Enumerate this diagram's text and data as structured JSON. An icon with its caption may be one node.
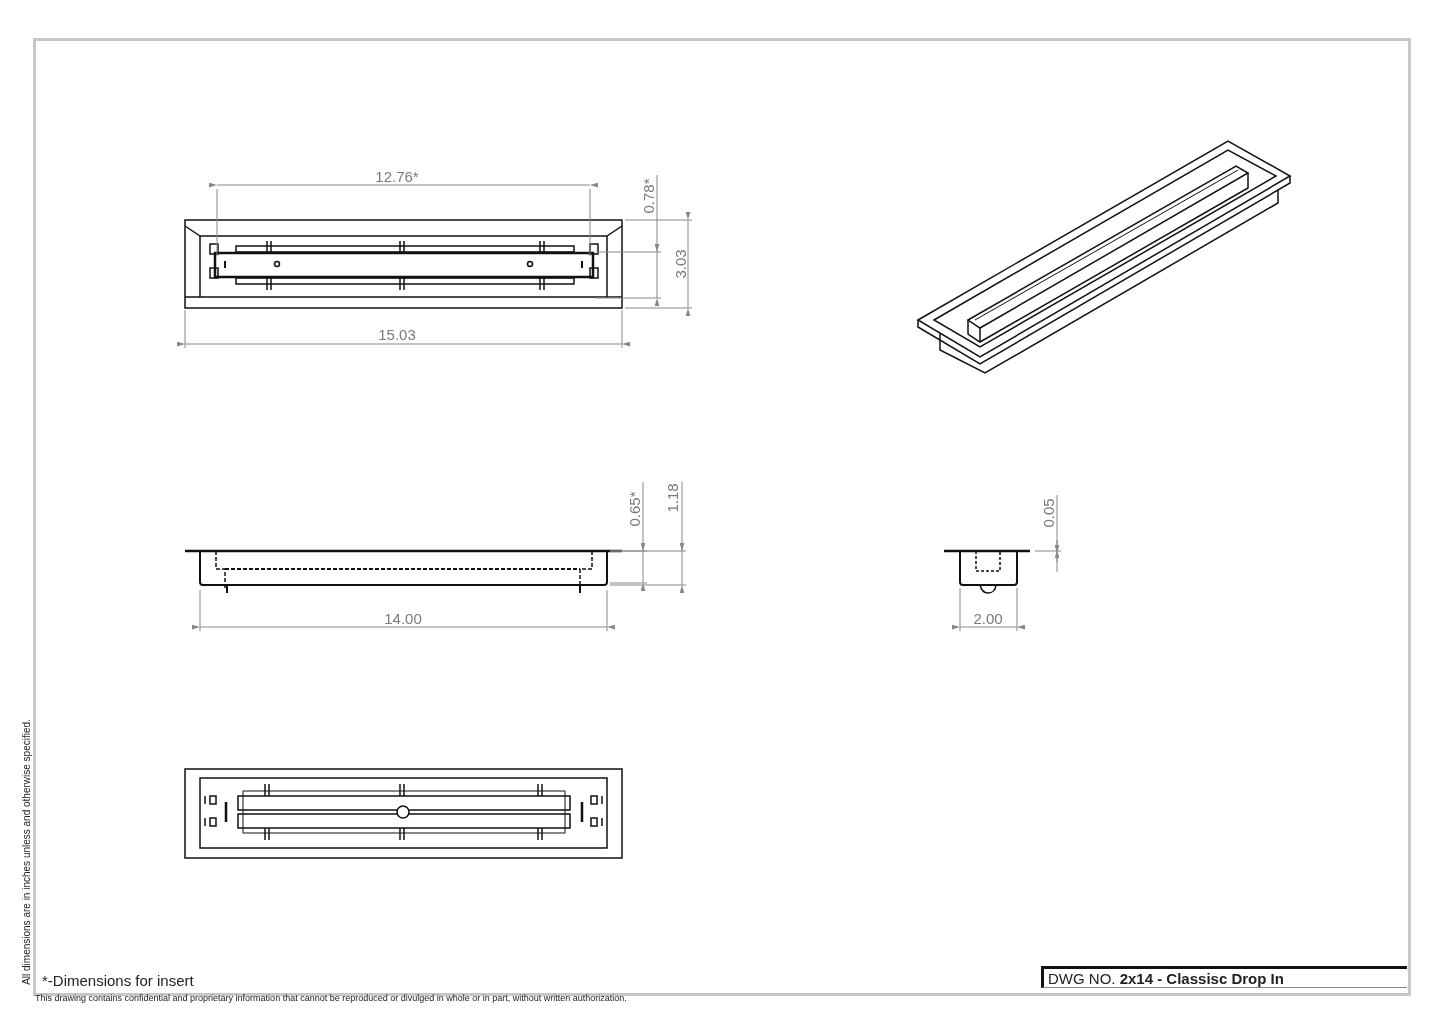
{
  "diagram": {
    "nodes": [
      {
        "text": [
          "DWG NO. **2x14 - Classisc Drop In**"
        ]
      }
    ],
    "edges": [],
    "labels": [
      "All dimensions are in inches unless and otherwise specified.",
      "12.76*",
      "0.78*",
      "3.03",
      "15.03",
      "0.65*",
      "1.18",
      "14.00",
      "0.05",
      "2.00",
      "*-Dimensions for insert",
      "This drawing contains confidential and proprietary information that cannot be reproduced or divulged in whole or in part, without written authorization."
    ]
  }
}
